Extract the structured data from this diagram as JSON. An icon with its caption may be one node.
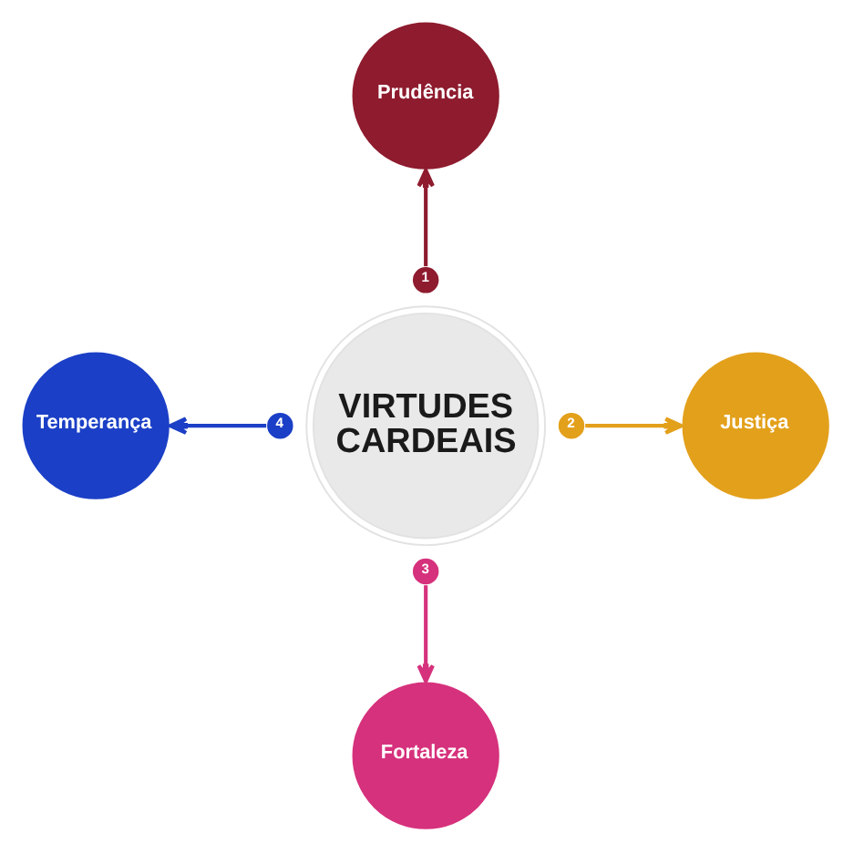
{
  "diagram": {
    "nodes": [
      {
        "text": [
          "Prudência"
        ]
      },
      {
        "text": [
          "1"
        ]
      },
      {
        "text": [
          "Temperança"
        ]
      },
      {
        "text": [
          "4"
        ]
      },
      {
        "text": [
          "VIRTUDES CARDEAIS"
        ]
      },
      {
        "text": [
          "2"
        ]
      },
      {
        "text": [
          "Justiça"
        ]
      },
      {
        "text": [
          "3"
        ]
      },
      {
        "text": [
          "Fortaleza"
        ]
      }
    ],
    "edges": [
      {
        "from": 1,
        "to": 0,
        "arrow": "to",
        "color": "#8e1b2e"
      },
      {
        "from": 5,
        "to": 6,
        "arrow": "to",
        "color": "#e3a01b"
      },
      {
        "from": 7,
        "to": 8,
        "arrow": "to",
        "color": "#d6317c"
      },
      {
        "from": 3,
        "to": 2,
        "arrow": "to",
        "color": "#1b3fc6"
      }
    ]
  }
}
